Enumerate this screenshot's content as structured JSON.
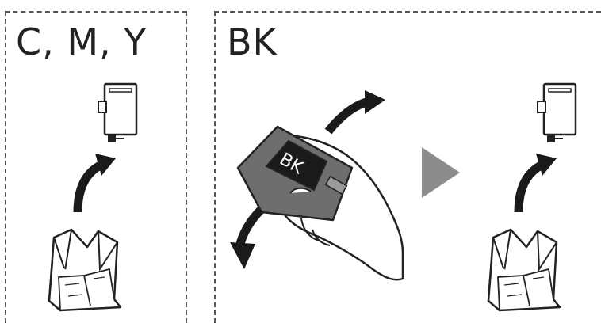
{
  "panels": [
    {
      "title": "C, M, Y"
    },
    {
      "title": "BK",
      "cartridge_label": "BK"
    }
  ],
  "colors": {
    "outline": "#222222",
    "cartridge_body": "#6e6e6e",
    "label_dark": "#1a1a1a",
    "next_step_arrow": "#8c8c8c",
    "frame": "#555555"
  },
  "icons": [
    "cartridge-icon",
    "open-bag-icon",
    "up-arrow-icon",
    "shake-arrow-icon",
    "hand-icon",
    "next-triangle-icon"
  ]
}
